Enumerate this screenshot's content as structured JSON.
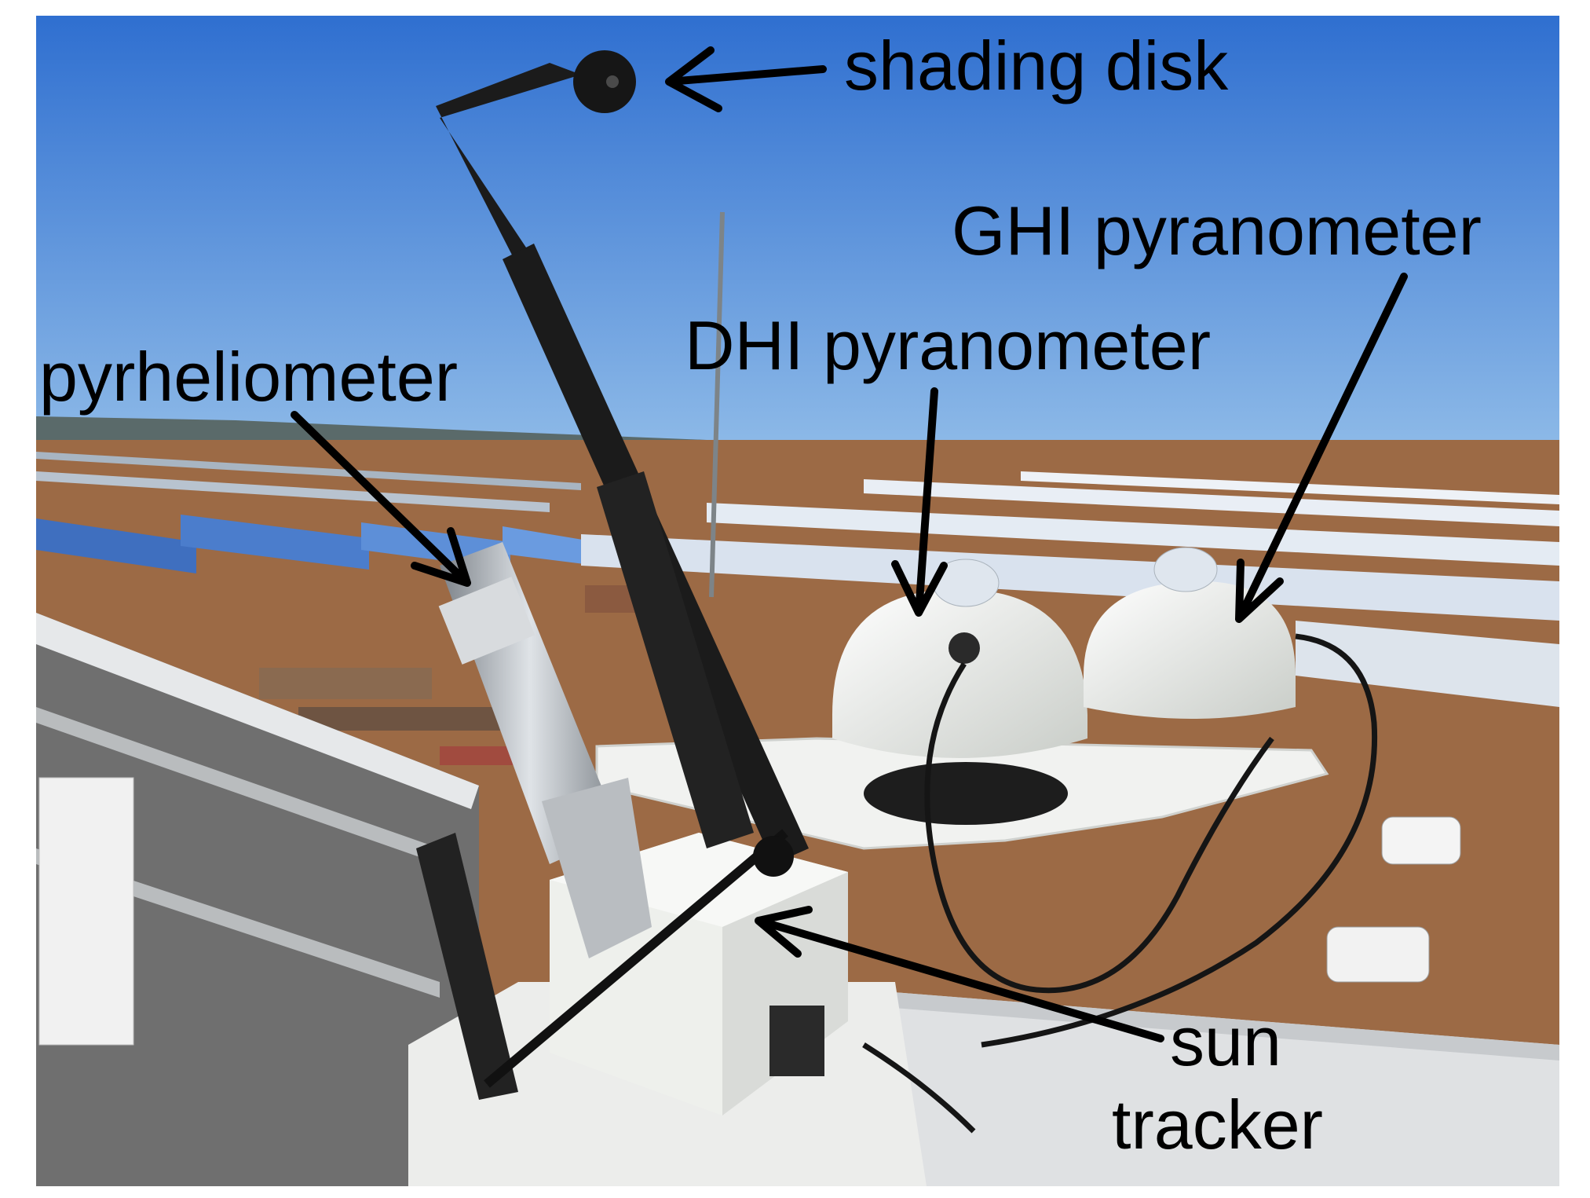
{
  "labels": {
    "shading_disk": "shading disk",
    "ghi_pyranometer": "GHI pyranometer",
    "dhi_pyranometer": "DHI pyranometer",
    "pyrheliometer": "pyrheliometer",
    "sun_tracker_line1": "sun",
    "sun_tracker_line2": "tracker"
  },
  "colors": {
    "sky_top": "#2f6fd0",
    "sky_bottom": "#8fbbe8",
    "ground": "#9c6a45",
    "mirror": "#d9e2ee",
    "instrument_white": "#eef0ec",
    "arm_black": "#1b1b1b",
    "label_text": "#000000"
  }
}
